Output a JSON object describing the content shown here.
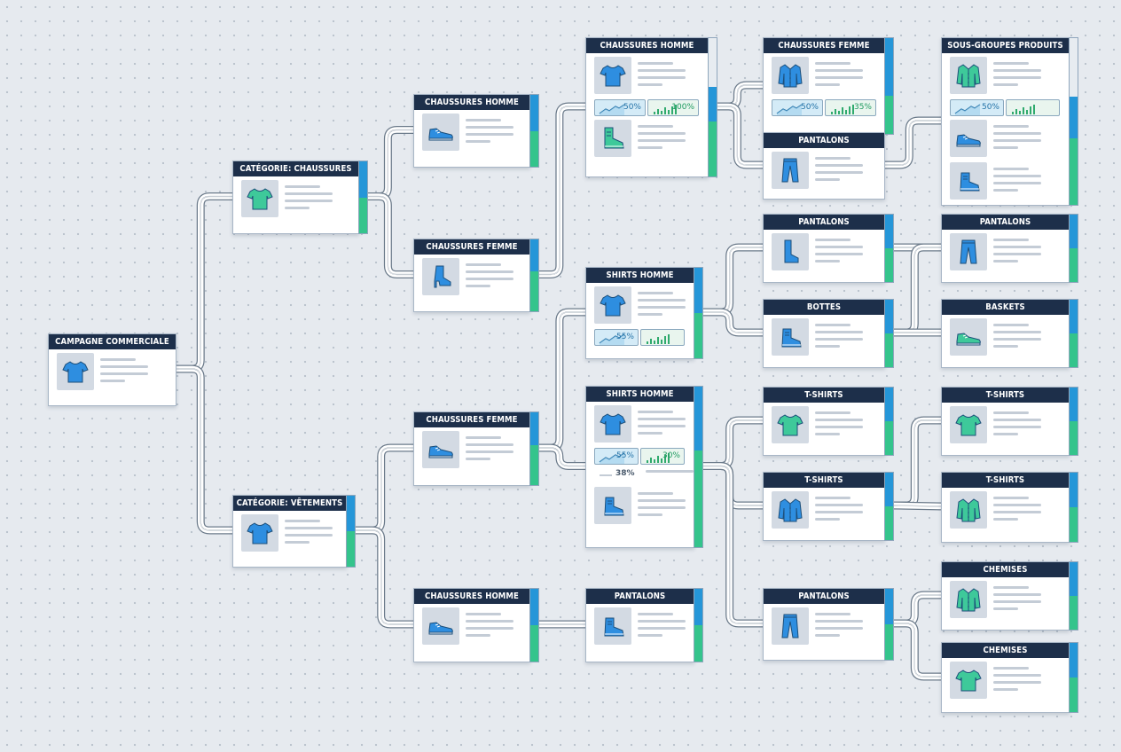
{
  "colors": {
    "header": "#1d2f4a",
    "blue": "#2596d8",
    "green": "#34c48c",
    "icon_blue": "#2e8ee0",
    "icon_green": "#3ec99a"
  },
  "nodes": [
    {
      "id": "campagne",
      "title": "CAMPAGNE COMMERCIALE",
      "rows": [
        {
          "icon": "tshirt-icon",
          "color": "blue"
        }
      ]
    },
    {
      "id": "cat-chaussures",
      "title": "CATÉGORIE: CHAUSSURES",
      "rows": [
        {
          "icon": "tshirt-icon",
          "color": "green"
        }
      ]
    },
    {
      "id": "cat-vetements",
      "title": "CATÉGORIE: VÊTEMENTS",
      "rows": [
        {
          "icon": "tshirt-icon",
          "color": "blue"
        }
      ]
    },
    {
      "id": "l2-a",
      "title": "CHAUSSURES HOMME",
      "rows": [
        {
          "icon": "sneaker-icon",
          "color": "blue"
        }
      ]
    },
    {
      "id": "l2-b",
      "title": "CHAUSSURES FEMME",
      "rows": [
        {
          "icon": "heel-boot-icon",
          "color": "blue"
        }
      ]
    },
    {
      "id": "l2-c",
      "title": "CHAUSSURES FEMME",
      "rows": [
        {
          "icon": "sneaker-icon",
          "color": "blue"
        }
      ]
    },
    {
      "id": "l2-d",
      "title": "CHAUSSURES HOMME",
      "rows": [
        {
          "icon": "sneaker-icon",
          "color": "blue"
        }
      ]
    },
    {
      "id": "l3-a",
      "title": "CHAUSSURES HOMME",
      "rows": [
        {
          "icon": "tshirt-icon",
          "color": "blue"
        },
        {
          "stats": [
            "50%",
            "100%"
          ]
        },
        {
          "icon": "high-boot-icon",
          "color": "green"
        }
      ]
    },
    {
      "id": "l3-b",
      "title": "SHIRTS HOMME",
      "rows": [
        {
          "icon": "tshirt-icon",
          "color": "blue"
        },
        {
          "stats": [
            "55%",
            ""
          ]
        }
      ]
    },
    {
      "id": "l3-c",
      "title": "SHIRTS HOMME",
      "rows": [
        {
          "icon": "tshirt-icon",
          "color": "blue"
        },
        {
          "stats": [
            "55%",
            "30%"
          ]
        },
        {
          "pct": "38%"
        },
        {
          "icon": "ankle-boot-icon",
          "color": "blue"
        }
      ]
    },
    {
      "id": "l3-d",
      "title": "PANTALONS",
      "rows": [
        {
          "icon": "ankle-boot-icon",
          "color": "blue"
        }
      ]
    },
    {
      "id": "l4-a",
      "title": "CHAUSSURES FEMME",
      "rows": [
        {
          "icon": "shirt-icon",
          "color": "blue"
        },
        {
          "stats": [
            "50%",
            "35%"
          ]
        }
      ]
    },
    {
      "id": "l4-a2",
      "title": "PANTALONS",
      "rows": [
        {
          "icon": "pants-icon",
          "color": "blue"
        }
      ]
    },
    {
      "id": "l4-b",
      "title": "PANTALONS",
      "rows": [
        {
          "icon": "tall-boot-icon",
          "color": "blue"
        }
      ]
    },
    {
      "id": "l4-c",
      "title": "BOTTES",
      "rows": [
        {
          "icon": "ankle-boot-icon",
          "color": "blue"
        }
      ]
    },
    {
      "id": "l4-d",
      "title": "T-SHIRTS",
      "rows": [
        {
          "icon": "tshirt-icon",
          "color": "green"
        }
      ]
    },
    {
      "id": "l4-e",
      "title": "T-SHIRTS",
      "rows": [
        {
          "icon": "shirt-icon",
          "color": "blue"
        }
      ]
    },
    {
      "id": "l4-f",
      "title": "PANTALONS",
      "rows": [
        {
          "icon": "pants-icon",
          "color": "blue"
        }
      ]
    },
    {
      "id": "l5-a",
      "title": "SOUS-GROUPES PRODUITS",
      "rows": [
        {
          "icon": "shirt-icon",
          "color": "green"
        },
        {
          "stats": [
            "50%",
            ""
          ]
        },
        {
          "icon": "sneaker-icon",
          "color": "blue"
        },
        {
          "icon": "ankle-boot-icon",
          "color": "blue"
        }
      ]
    },
    {
      "id": "l5-b",
      "title": "PANTALONS",
      "rows": [
        {
          "icon": "pants-icon",
          "color": "blue"
        }
      ]
    },
    {
      "id": "l5-c",
      "title": "BASKETS",
      "rows": [
        {
          "icon": "sneaker-icon",
          "color": "green"
        }
      ]
    },
    {
      "id": "l5-d",
      "title": "T-SHIRTS",
      "rows": [
        {
          "icon": "tshirt-icon",
          "color": "green"
        }
      ]
    },
    {
      "id": "l5-e",
      "title": "T-SHIRTS",
      "rows": [
        {
          "icon": "shirt-icon",
          "color": "green"
        }
      ]
    },
    {
      "id": "l5-f",
      "title": "CHEMISES",
      "rows": [
        {
          "icon": "shirt-icon",
          "color": "green"
        }
      ]
    },
    {
      "id": "l5-g",
      "title": "CHEMISES",
      "rows": [
        {
          "icon": "tshirt-icon",
          "color": "green"
        }
      ]
    }
  ]
}
